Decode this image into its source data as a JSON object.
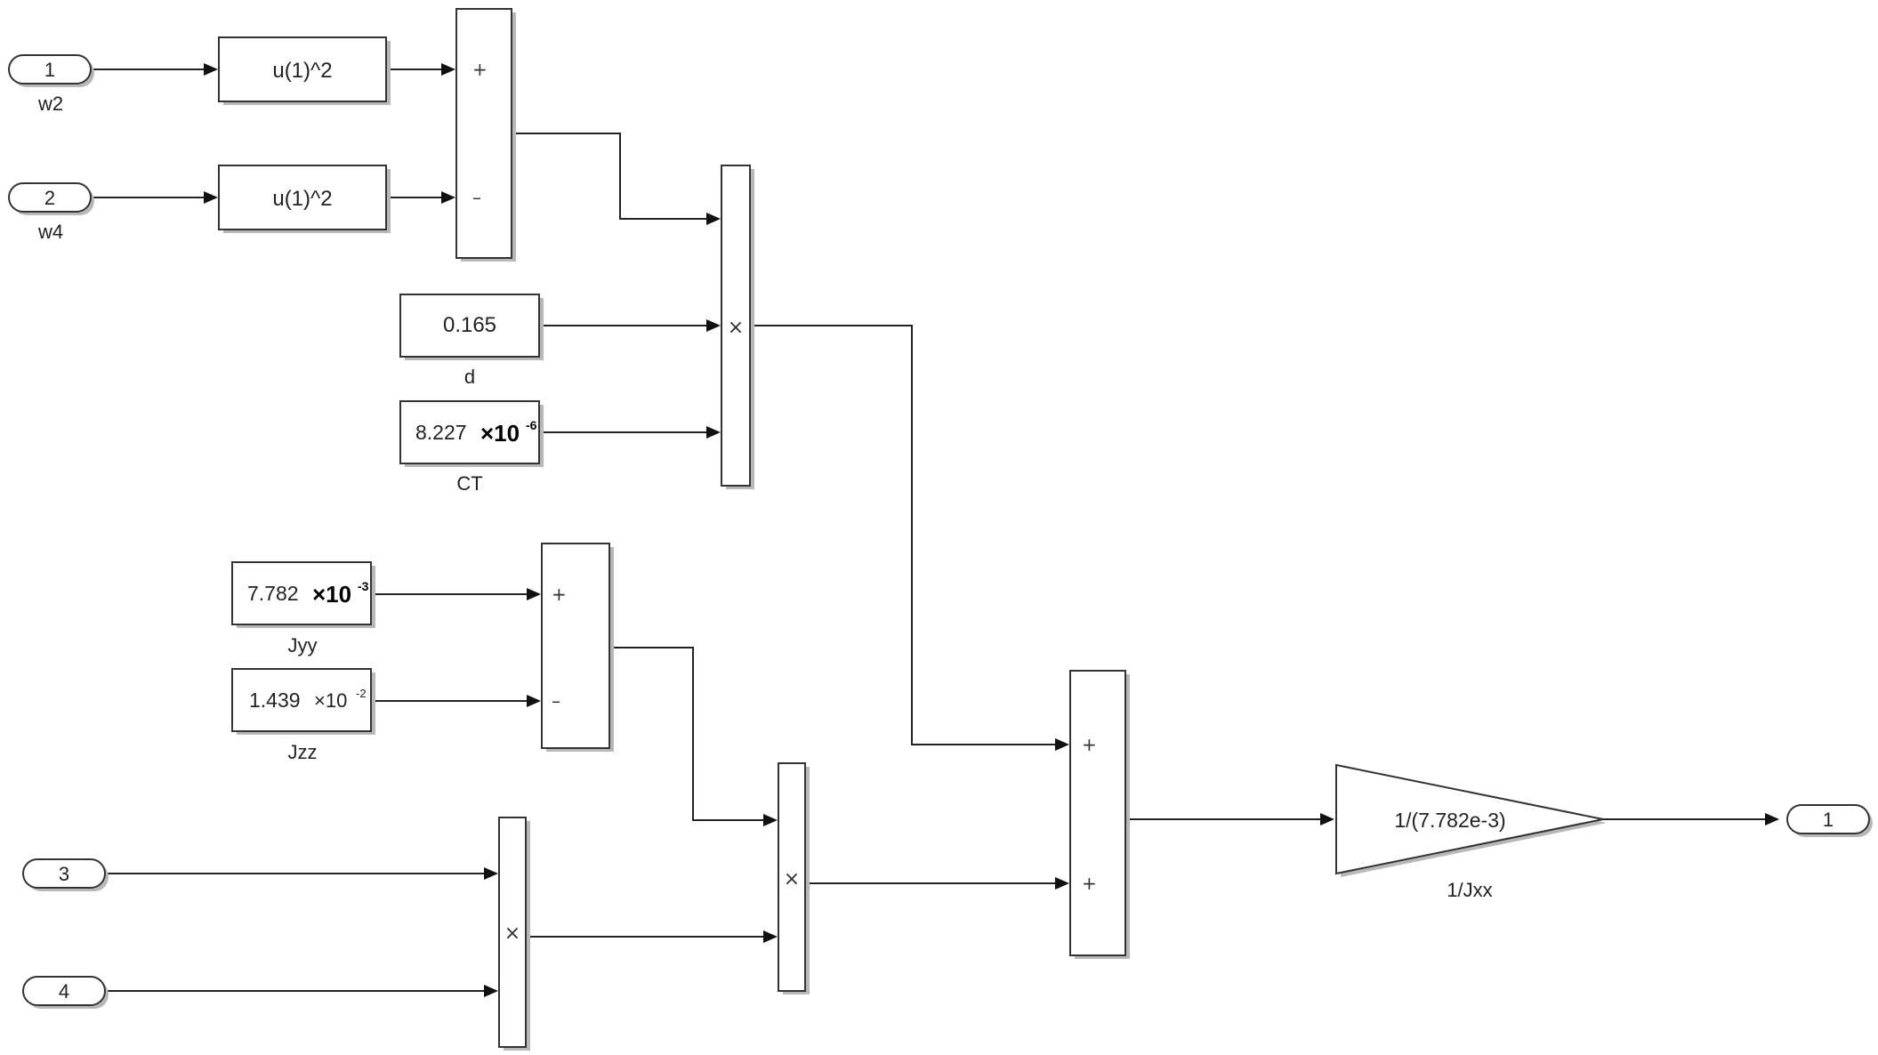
{
  "inports": [
    {
      "number": "1",
      "name": "w2"
    },
    {
      "number": "2",
      "name": "w4"
    },
    {
      "number": "3",
      "name": ""
    },
    {
      "number": "4",
      "name": ""
    }
  ],
  "functions": [
    {
      "expr": "u(1)^2"
    },
    {
      "expr": "u(1)^2"
    }
  ],
  "constants": {
    "d": {
      "value": "0.165",
      "name": "d"
    },
    "ct": {
      "value": "8.227",
      "exp_marker": "×10",
      "exp": "-6",
      "name": "CT"
    },
    "jyy": {
      "value": "7.782",
      "exp_marker": "×10",
      "exp": "-3",
      "name": "Jyy"
    },
    "jzz": {
      "value": "1.439",
      "exp_marker": "×10",
      "exp": "-2",
      "name": "Jzz"
    }
  },
  "sum_top": {
    "signs": [
      "+",
      "–"
    ]
  },
  "sum_mid": {
    "signs": [
      "+",
      "–"
    ]
  },
  "sum_final": {
    "signs": [
      "+",
      "+"
    ]
  },
  "products": {
    "sign": "×"
  },
  "gain": {
    "expr": "1/(7.782e-3)",
    "name": "1/Jxx"
  },
  "outport": {
    "number": "1"
  }
}
